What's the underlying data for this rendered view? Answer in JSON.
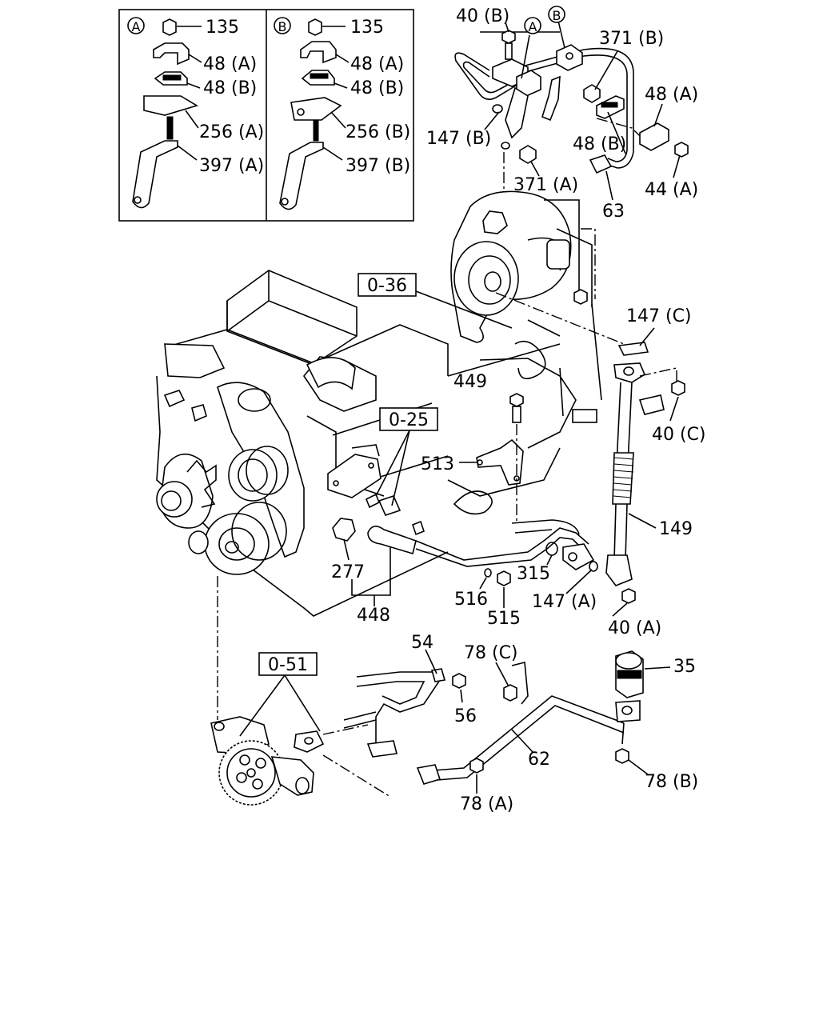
{
  "inset_a": {
    "marker": "A",
    "labels": [
      "135",
      "48 (A)",
      "48 (B)",
      "256 (A)",
      "397 (A)"
    ]
  },
  "inset_b": {
    "marker": "B",
    "labels": [
      "135",
      "48 (A)",
      "48 (B)",
      "256 (B)",
      "397 (B)"
    ]
  },
  "markers": {
    "a": "A",
    "b": "B"
  },
  "ref_boxes": [
    "0-36",
    "0-25",
    "0-51"
  ],
  "callouts": {
    "c40b": "40 (B)",
    "c371b": "371 (B)",
    "c48a": "48 (A)",
    "c147b": "147 (B)",
    "c48b": "48 (B)",
    "c44a": "44 (A)",
    "c371a": "371 (A)",
    "c63": "63",
    "c147c": "147 (C)",
    "c449": "449",
    "c40c": "40 (C)",
    "c513": "513",
    "c149": "149",
    "c277": "277",
    "c315": "315",
    "c516": "516",
    "c147a": "147 (A)",
    "c448": "448",
    "c515": "515",
    "c40a": "40 (A)",
    "c54": "54",
    "c78c": "78 (C)",
    "c35": "35",
    "c56": "56",
    "c62": "62",
    "c78b": "78 (B)",
    "c78a": "78 (A)"
  }
}
